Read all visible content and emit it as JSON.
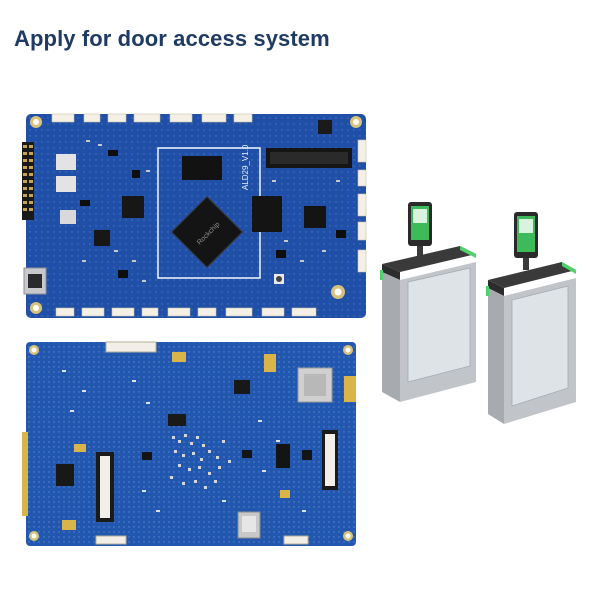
{
  "heading": {
    "text": "Apply for door access system"
  },
  "top_board": {
    "silk_label": "ALD29_V1.0",
    "soc_marking": "Rockchip"
  },
  "colors": {
    "title": "#1f3b63",
    "pcb": "#1f4fa6",
    "pcb_dark": "#173f88",
    "gate_silver": "#b9bcc0",
    "gate_glass": "#e8eef2",
    "led_green": "#4fd26b",
    "screen_green": "#3dbb5a"
  },
  "icons": {
    "top_board": "pcb-board-image",
    "bottom_board": "pcb-board-underside-image",
    "turnstiles": "speed-gate-turnstile-image"
  }
}
